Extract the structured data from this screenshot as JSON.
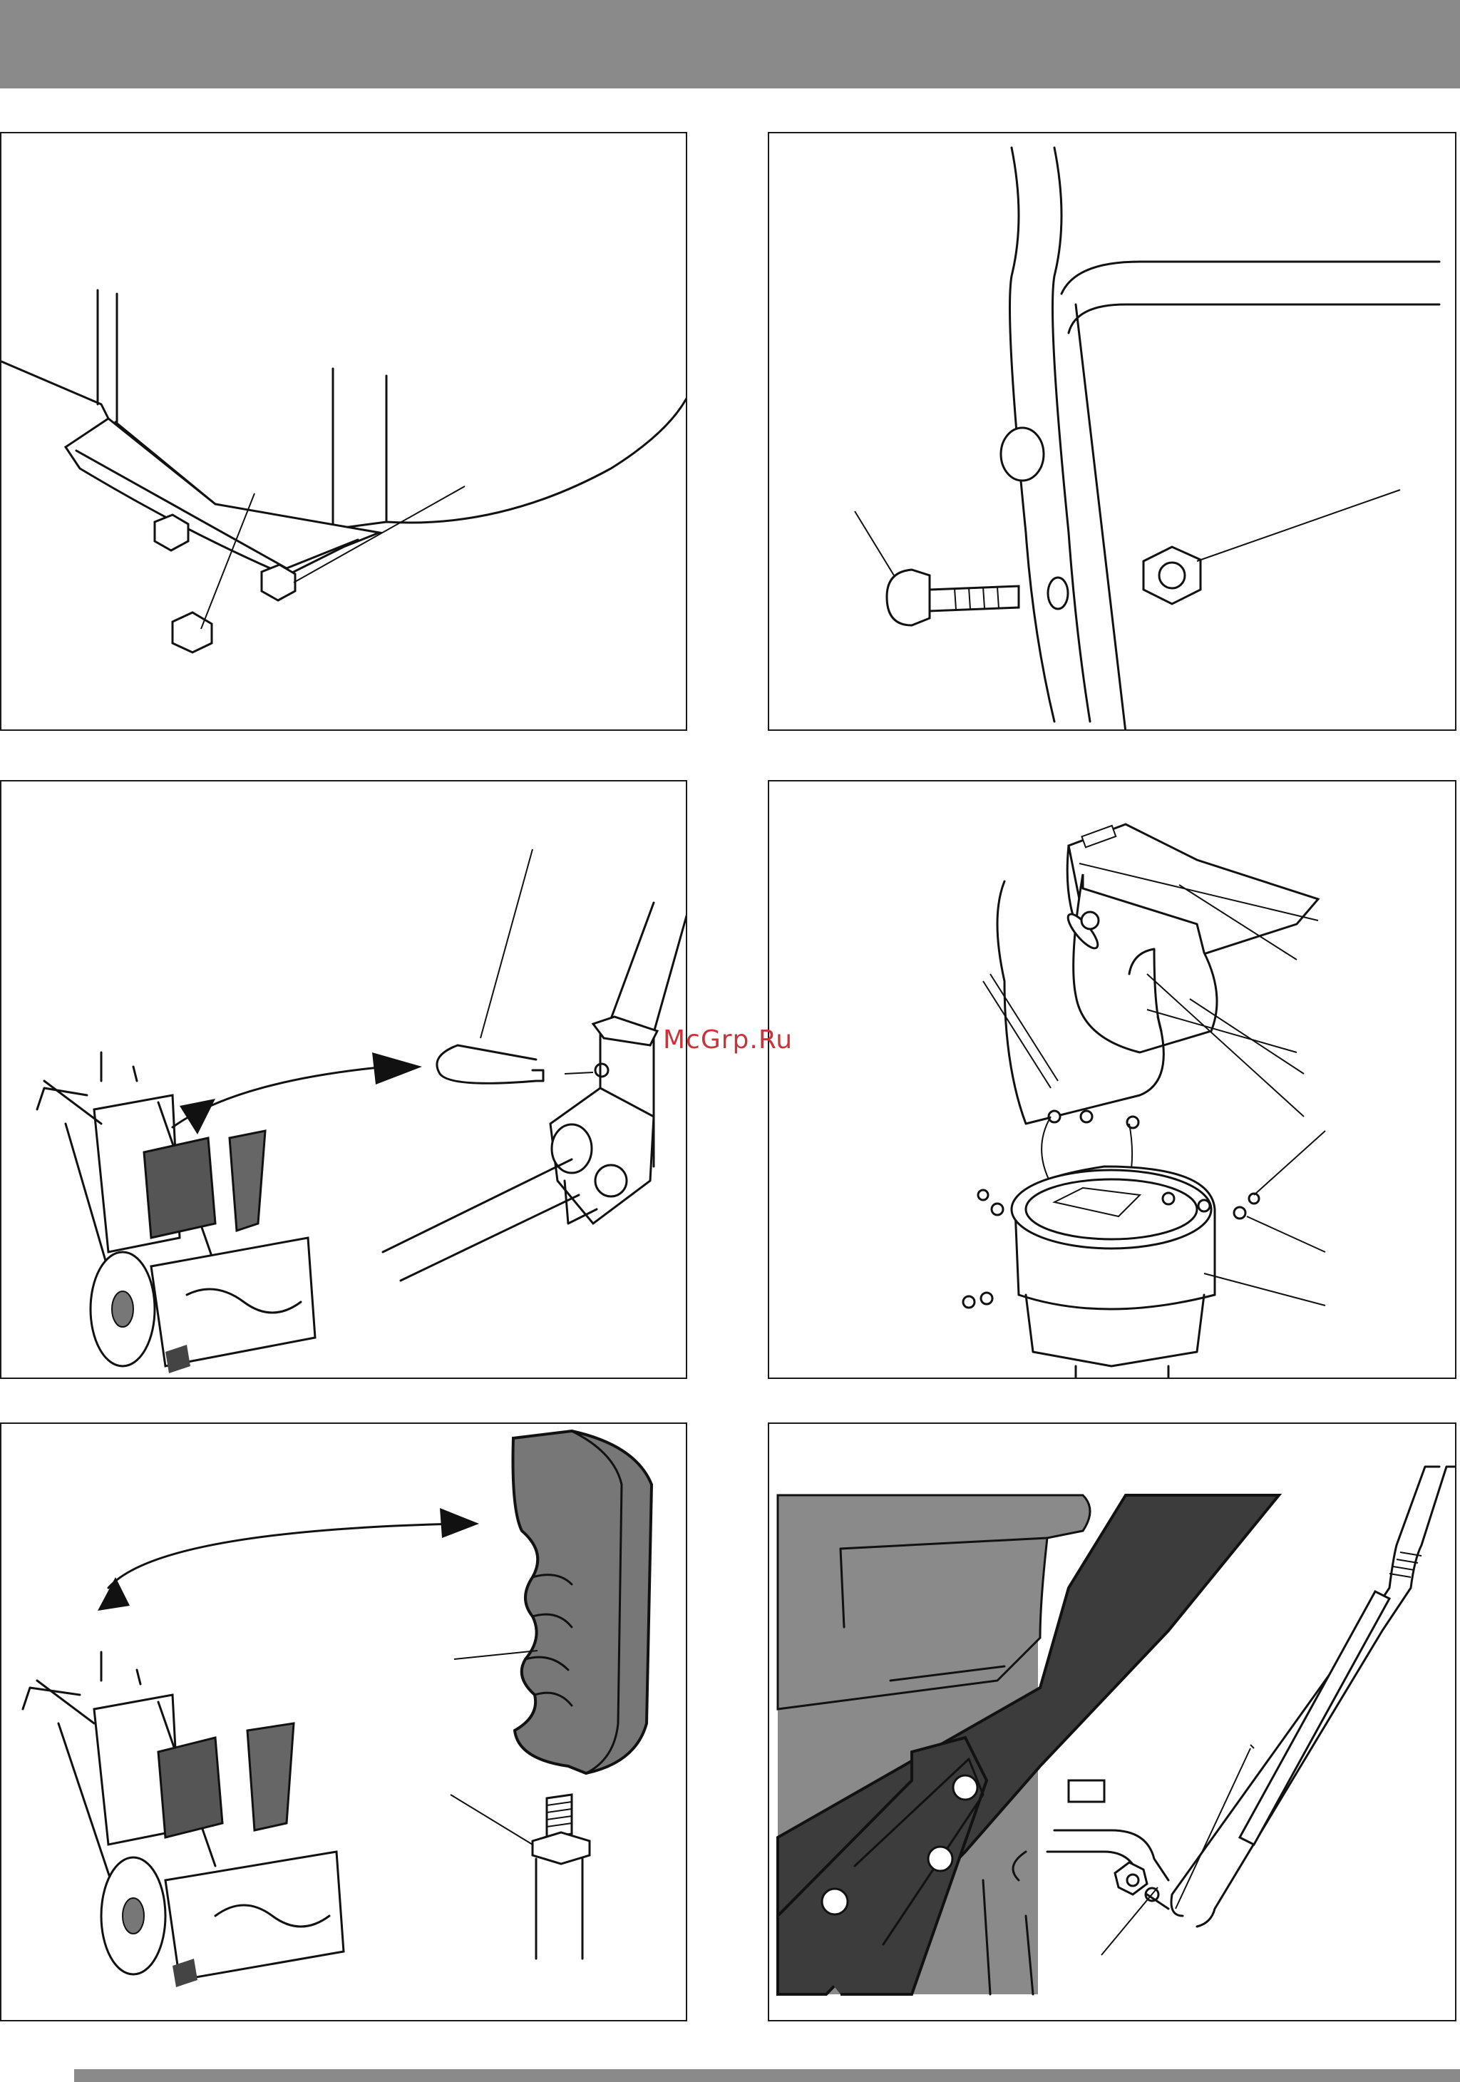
{
  "header": {
    "bar_color": "#8a8a8a"
  },
  "footer": {
    "bar_color": "#8a8a8a"
  },
  "watermark": {
    "text": "McGrp.Ru",
    "color": "#c8343a"
  },
  "figures": [
    {
      "id": "fig-skid-shoe-bolts"
    },
    {
      "id": "fig-handle-carriage-bolt-nut"
    },
    {
      "id": "fig-hairpin-clip-handle"
    },
    {
      "id": "fig-chute-deflector-assembly"
    },
    {
      "id": "fig-handle-grip"
    },
    {
      "id": "fig-control-rod-linkage"
    }
  ]
}
